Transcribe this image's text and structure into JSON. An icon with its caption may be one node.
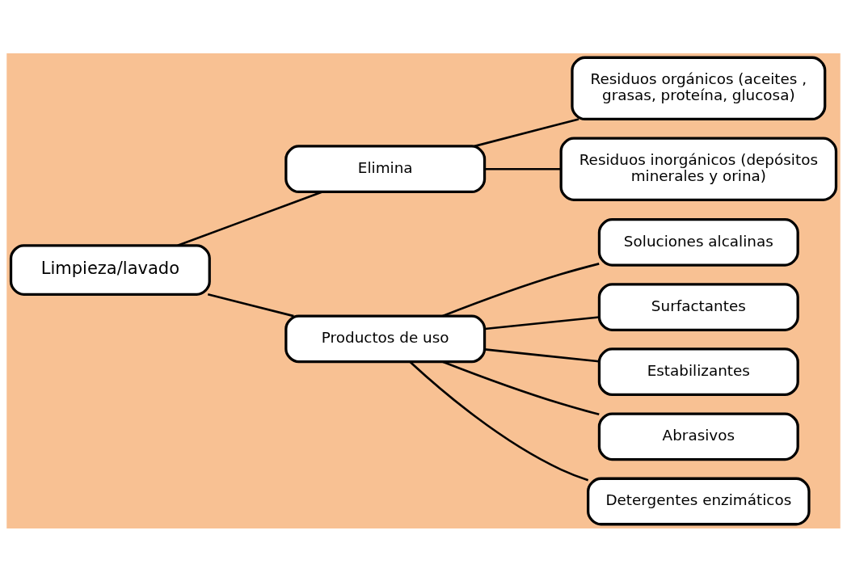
{
  "diagram": {
    "nodes": [
      {
        "text": [
          "Limpieza/lavado"
        ]
      },
      {
        "text": [
          "Elimina"
        ]
      },
      {
        "text": [
          "Residuos orgánicos (aceites , grasas, proteína, glucosa)"
        ]
      },
      {
        "text": [
          "Residuos inorgánicos (depósitos minerales y orina)"
        ]
      },
      {
        "text": [
          "Productos de uso"
        ]
      },
      {
        "text": [
          "Soluciones alcalinas"
        ]
      },
      {
        "text": [
          "Surfactantes"
        ]
      },
      {
        "text": [
          "Estabilizantes"
        ]
      },
      {
        "text": [
          "Abrasivos"
        ]
      },
      {
        "text": [
          "Detergentes enzimáticos"
        ]
      }
    ],
    "edges": [
      {
        "from": 0,
        "to": 1,
        "arrow": "none"
      },
      {
        "from": 0,
        "to": 4,
        "arrow": "none"
      },
      {
        "from": 1,
        "to": 2,
        "arrow": "none"
      },
      {
        "from": 1,
        "to": 3,
        "arrow": "none"
      },
      {
        "from": 4,
        "to": 5,
        "arrow": "none"
      },
      {
        "from": 4,
        "to": 6,
        "arrow": "none"
      },
      {
        "from": 4,
        "to": 7,
        "arrow": "none"
      },
      {
        "from": 4,
        "to": 8,
        "arrow": "none"
      },
      {
        "from": 4,
        "to": 9,
        "arrow": "none"
      }
    ]
  }
}
